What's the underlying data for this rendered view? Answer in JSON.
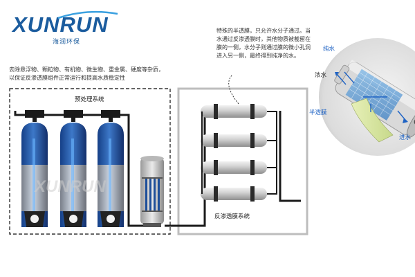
{
  "logo": {
    "brand": "XUNRUN",
    "sub": "海润环保"
  },
  "pretreatment": {
    "description": "去除悬浮物、颗粒物、有机物、微生物、重金属、硬度等杂质，以保证反渗透膜组件正常运行和提高水质稳定性",
    "label": "预处理系统"
  },
  "ro": {
    "label": "反渗透膜系统",
    "description": "特殊的半透膜，只允许水分子通过。当水通过反渗透膜时，其他物质被截留在膜的一侧，水分子则通过膜的微小孔洞进入另一侧，最终得到纯净的水。"
  },
  "membrane": {
    "pure_water": "纯水",
    "concentrate": "浓水",
    "semi_membrane": "半透膜",
    "inlet": "进水"
  },
  "watermark": "XUNRUN",
  "colors": {
    "brand": "#1b5c9e",
    "tank_blue": "#1e4f9a",
    "label_blue": "#1f63c4"
  }
}
